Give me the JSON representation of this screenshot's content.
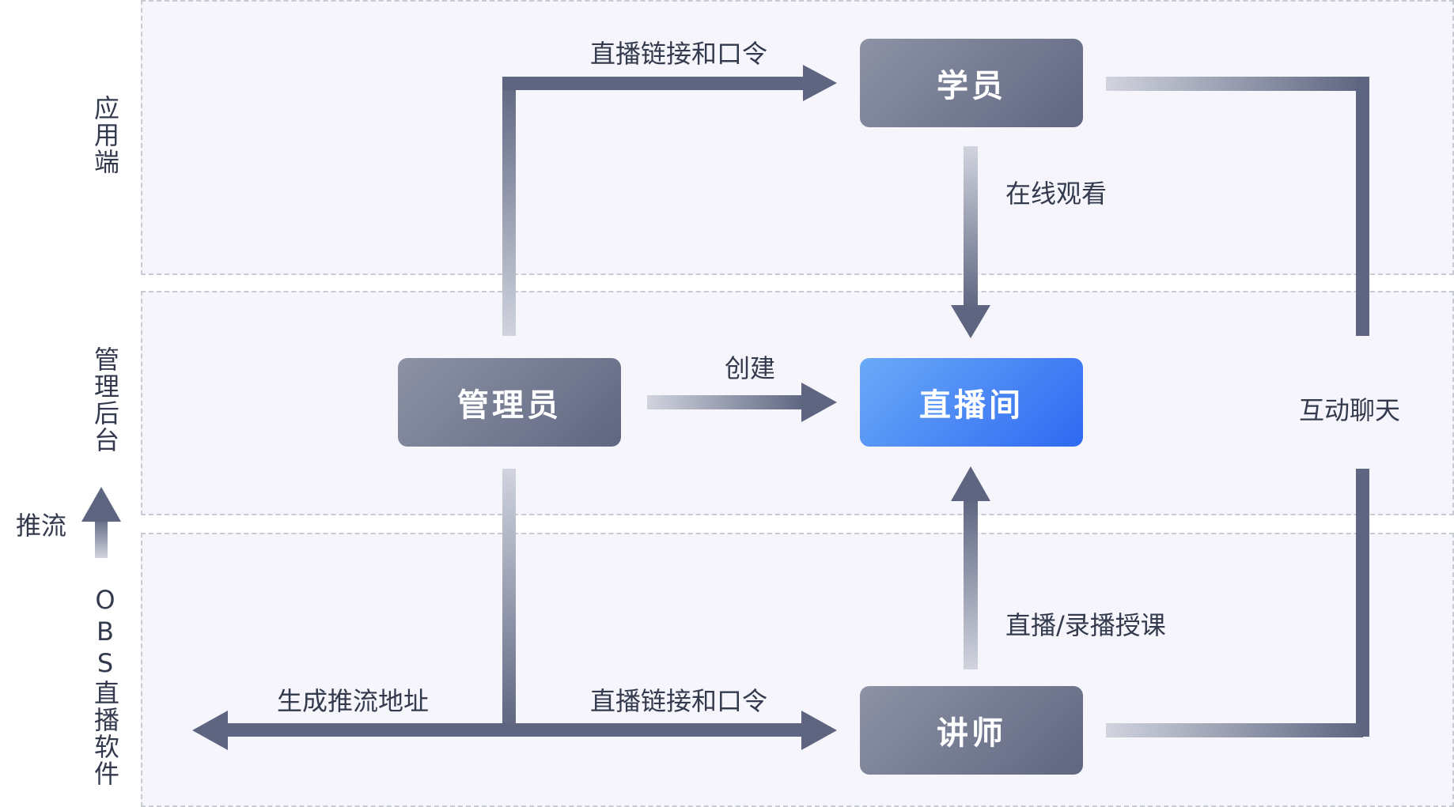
{
  "colors": {
    "panel_bg": "#f5f5fb",
    "panel_border": "#c9cbd3",
    "node_gray": "#7a8198",
    "node_blue": "#3b7cf4",
    "arrow": "#5d6580",
    "text": "#333a4d"
  },
  "layers": {
    "app": "应用端",
    "admin": "管理后台",
    "obs": "OBS直播软件",
    "push": "推流"
  },
  "nodes": {
    "student": "学员",
    "admin": "管理员",
    "live_room": "直播间",
    "teacher": "讲师"
  },
  "edges": {
    "link_to_student": "直播链接和口令",
    "watch_online": "在线观看",
    "create": "创建",
    "interactive_chat": "互动聊天",
    "teach": "直播/录播授课",
    "gen_push_url": "生成推流地址",
    "link_to_teacher": "直播链接和口令"
  },
  "icons": {
    "push_arrow": "arrow-up-icon"
  }
}
